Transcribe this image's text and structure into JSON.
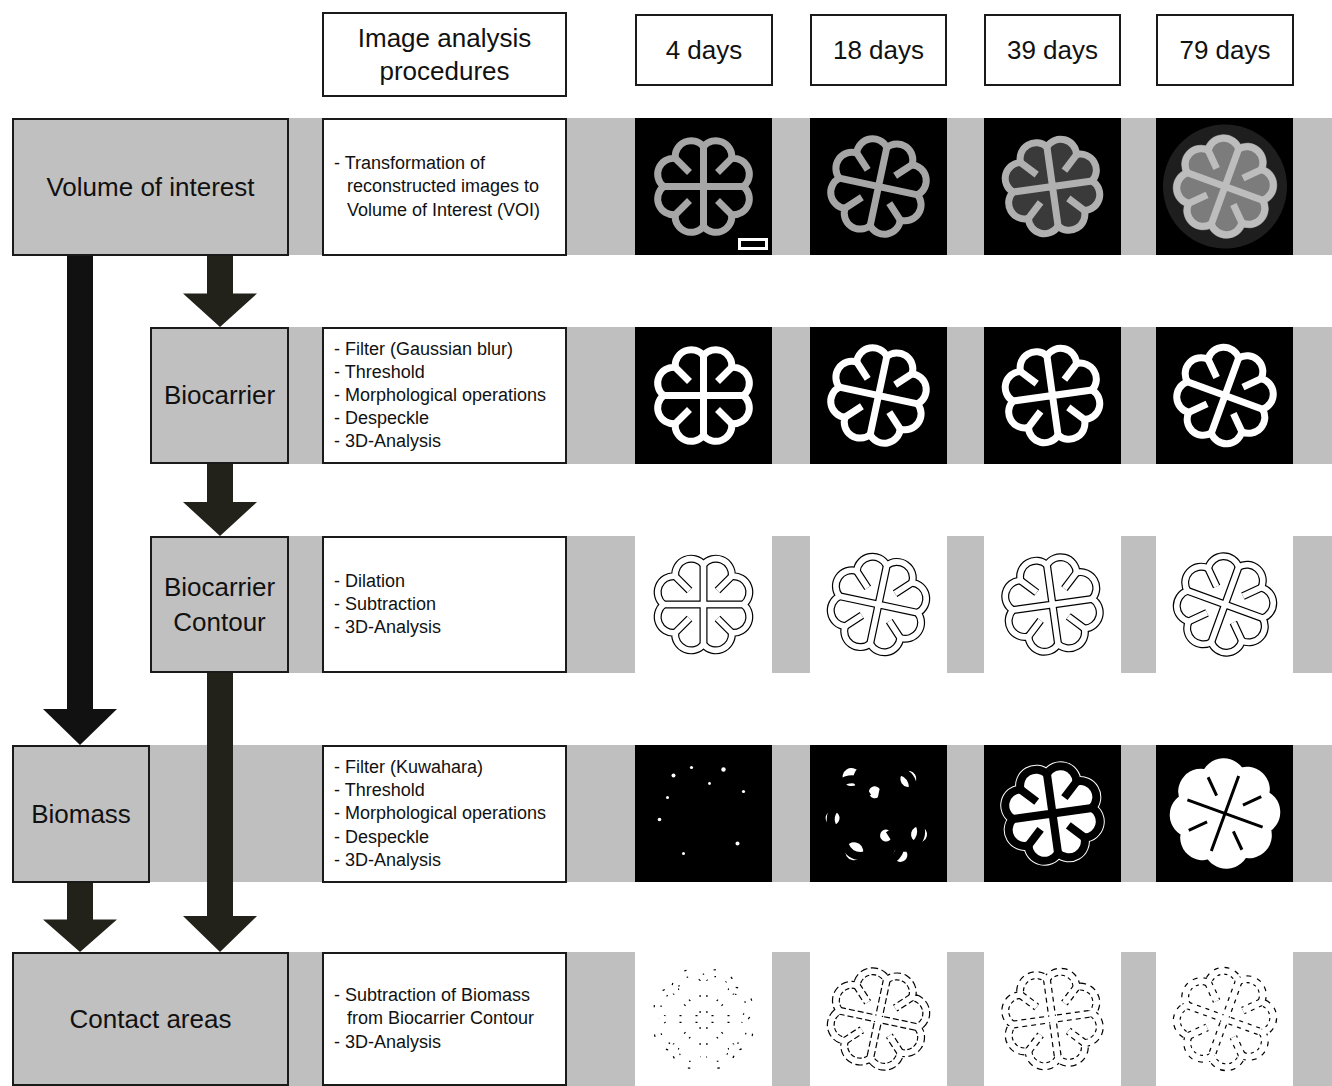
{
  "diagram": {
    "nodes": [
      {
        "text": [
          "Image analysis procedures"
        ]
      },
      {
        "text": [
          "4 days"
        ]
      },
      {
        "text": [
          "18 days"
        ]
      },
      {
        "text": [
          "39 days"
        ]
      },
      {
        "text": [
          "79 days"
        ]
      },
      {
        "text": [
          "Volume of interest"
        ]
      },
      {
        "text": [
          "- Transformation of reconstructed images to Volume of Interest (VOI)"
        ]
      },
      {
        "text": [
          "Biocarrier"
        ]
      },
      {
        "text": [
          "- Filter (Gaussian blur)",
          "- Threshold",
          "- Morphological operations",
          "- Despeckle",
          "- 3D-Analysis"
        ]
      },
      {
        "text": [
          "Biocarrier Contour"
        ]
      },
      {
        "text": [
          "- Dilation",
          "- Subtraction",
          "- 3D-Analysis"
        ]
      },
      {
        "text": [
          "Biomass"
        ]
      },
      {
        "text": [
          "- Filter (Kuwahara)",
          "- Threshold",
          "- Morphological operations",
          "- Despeckle",
          "- 3D-Analysis"
        ]
      },
      {
        "text": [
          "Contact areas"
        ]
      },
      {
        "text": [
          "- Subtraction of Biomass from Biocarrier Contour",
          "- 3D-Analysis"
        ]
      }
    ],
    "edges": [
      {
        "from": 5,
        "to": 7,
        "arrow": "to"
      },
      {
        "from": 5,
        "to": 11,
        "arrow": "to"
      },
      {
        "from": 7,
        "to": 9,
        "arrow": "to"
      },
      {
        "from": 9,
        "to": 13,
        "arrow": "to"
      },
      {
        "from": 11,
        "to": 13,
        "arrow": "to"
      }
    ]
  }
}
